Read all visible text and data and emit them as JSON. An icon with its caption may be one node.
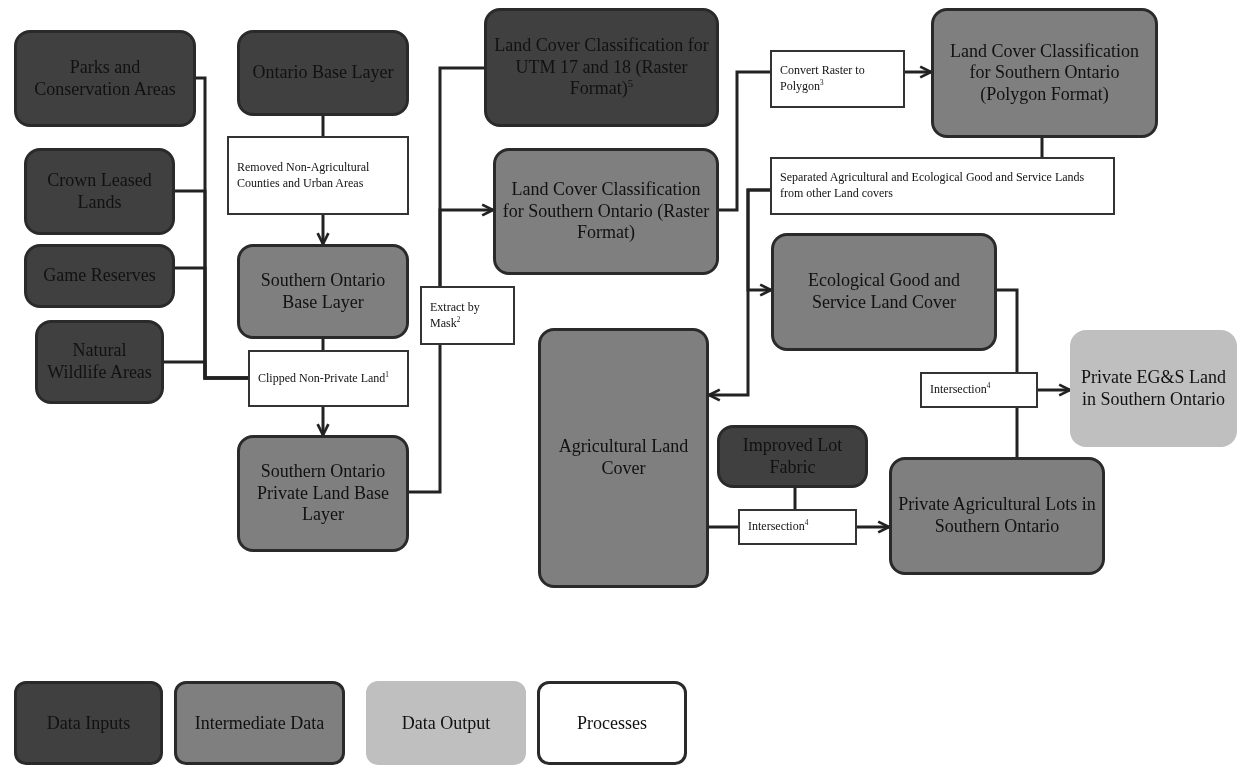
{
  "diagram": {
    "nodes": [
      {
        "text": [
          "Parks and Conservation Areas"
        ]
      },
      {
        "text": [
          "Crown Leased Lands"
        ]
      },
      {
        "text": [
          "Game Reserves"
        ]
      },
      {
        "text": [
          "Natural Wildlife Areas"
        ]
      },
      {
        "text": [
          "Ontario Base Layer"
        ]
      },
      {
        "text": [
          "Removed Non-Agricultural Counties and Urban Areas"
        ]
      },
      {
        "text": [
          "Southern Ontario Base Layer"
        ]
      },
      {
        "text": [
          "Clipped Non-Private Land$^{1}$"
        ]
      },
      {
        "text": [
          "Southern Ontario Private Land Base Layer"
        ]
      },
      {
        "text": [
          "Land Cover Classification for UTM 17 and 18 (Raster Format)$^{5}$"
        ]
      },
      {
        "text": [
          "Extract by Mask$^{2}$"
        ]
      },
      {
        "text": [
          "Land Cover Classification for Southern Ontario (Raster Format)"
        ]
      },
      {
        "text": [
          "Convert Raster to Polygon$^{3}$"
        ]
      },
      {
        "text": [
          "Land Cover Classification for Southern Ontario (Polygon Format)"
        ]
      },
      {
        "text": [
          "Separated Agricultural and Ecological Good and Service Lands from other Land covers"
        ]
      },
      {
        "text": [
          "Ecological Good and Service Land Cover"
        ]
      },
      {
        "text": [
          "Agricultural Land Cover"
        ]
      },
      {
        "text": [
          "Improved Lot Fabric"
        ]
      },
      {
        "text": [
          "Intersection$^{4}$"
        ]
      },
      {
        "text": [
          "Private EG&S Land in Southern Ontario"
        ]
      },
      {
        "text": [
          "Intersection$^{4}$"
        ]
      },
      {
        "text": [
          "Private Agricultural Lots in Southern Ontario"
        ]
      }
    ],
    "edges": [
      {
        "from": 0,
        "to": 7,
        "arrow": "none"
      },
      {
        "from": 1,
        "to": 7,
        "arrow": "none"
      },
      {
        "from": 2,
        "to": 7,
        "arrow": "none"
      },
      {
        "from": 3,
        "to": 7,
        "arrow": "none"
      },
      {
        "from": 4,
        "to": 5,
        "arrow": "none"
      },
      {
        "from": 5,
        "to": 6,
        "arrow": "to"
      },
      {
        "from": 6,
        "to": 7,
        "arrow": "none"
      },
      {
        "from": 7,
        "to": 8,
        "arrow": "to"
      },
      {
        "from": 9,
        "to": 10,
        "arrow": "none"
      },
      {
        "from": 8,
        "to": 10,
        "arrow": "none"
      },
      {
        "from": 10,
        "to": 11,
        "arrow": "to"
      },
      {
        "from": 11,
        "to": 12,
        "arrow": "none"
      },
      {
        "from": 12,
        "to": 13,
        "arrow": "to"
      },
      {
        "from": 13,
        "to": 14,
        "arrow": "none"
      },
      {
        "from": 14,
        "to": 15,
        "arrow": "to"
      },
      {
        "from": 14,
        "to": 16,
        "arrow": "to"
      },
      {
        "from": 15,
        "to": 18,
        "arrow": "none"
      },
      {
        "from": 21,
        "to": 18,
        "arrow": "none"
      },
      {
        "from": 18,
        "to": 19,
        "arrow": "to"
      },
      {
        "from": 16,
        "to": 20,
        "arrow": "none"
      },
      {
        "from": 17,
        "to": 20,
        "arrow": "none"
      },
      {
        "from": 20,
        "to": 21,
        "arrow": "to"
      }
    ],
    "legend": [
      {
        "text": "Data Inputs",
        "color": "#404040"
      },
      {
        "text": "Intermediate Data",
        "color": "#7f7f7f"
      },
      {
        "text": "Data Output",
        "color": "#bfbfbf"
      },
      {
        "text": "Processes",
        "color": "#ffffff"
      }
    ]
  }
}
